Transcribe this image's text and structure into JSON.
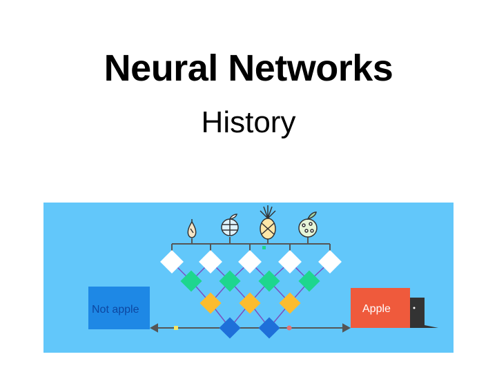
{
  "slide": {
    "title": "Neural Networks",
    "subtitle": "History"
  },
  "illustration": {
    "background_color": "#62c7fa",
    "left_box": {
      "label": "Not apple",
      "color": "#1e88e5",
      "text_color": "#0d47a1"
    },
    "right_box": {
      "label": "Apple",
      "color": "#ef5a3c",
      "text_color": "#ffffff"
    },
    "node_layers": [
      {
        "color": "#ffffff"
      },
      {
        "color": "#1ed68e"
      },
      {
        "color": "#fbbc2e"
      },
      {
        "color": "#1e6fd9"
      }
    ],
    "fruit_icons": [
      "pear-icon",
      "apple-icon",
      "pineapple-icon",
      "citrus-icon"
    ]
  }
}
